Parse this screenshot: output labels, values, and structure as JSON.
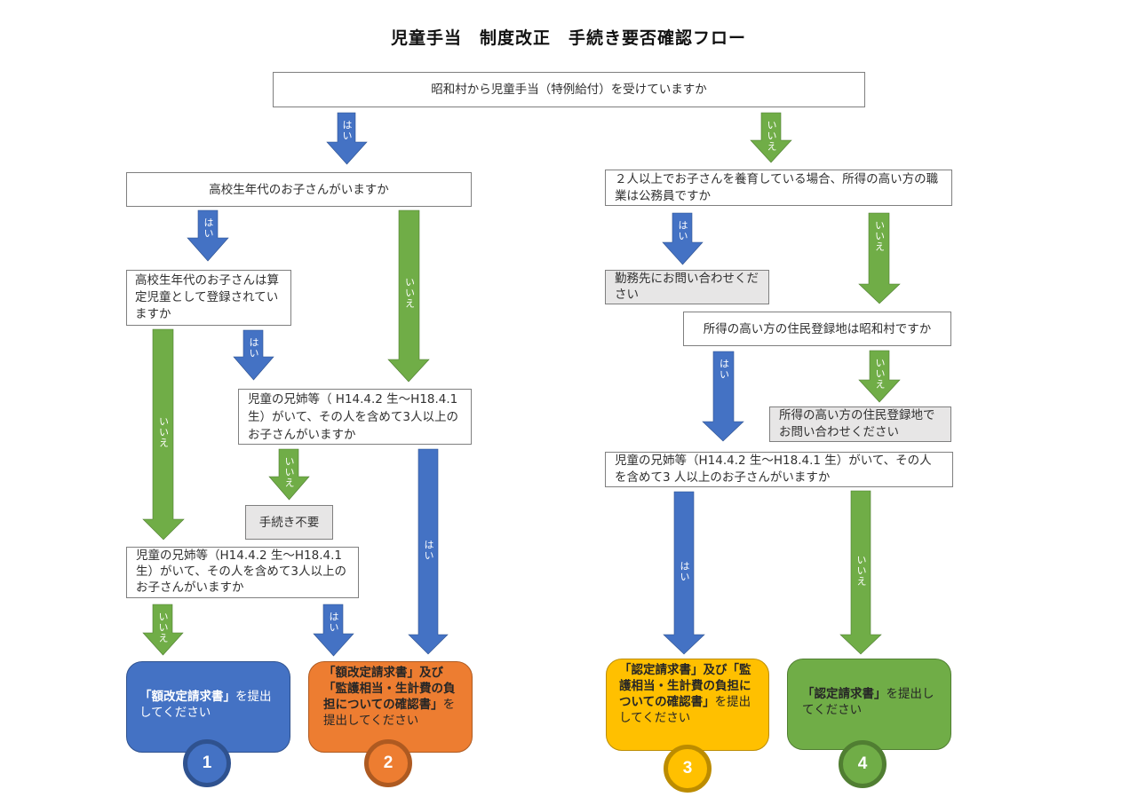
{
  "title": "児童手当　制度改正　手続き要否確認フロー",
  "colors": {
    "yes": "#4472c4",
    "no": "#70ad47",
    "result1": "#4472c4",
    "result2": "#ed7d31",
    "result3": "#ffc000",
    "result4": "#70ad47",
    "info_box": "#e7e6e6"
  },
  "nodes": {
    "q_start": "昭和村から児童手当（特例給付）を受けていますか",
    "q_highschool": "高校生年代のお子さんがいますか",
    "q_registered": "高校生年代のお子さんは算定児童として登録されていますか",
    "q_siblings_a": "児童の兄姉等（ H14.4.2 生～H18.4.1 生）がいて、その人を含めて3人以上のお子さんがいますか",
    "no_procedure": "手続き不要",
    "q_siblings_b": "児童の兄姉等（H14.4.2 生～H18.4.1 生）がいて、その人を含めて3人以上のお子さんがいますか",
    "q_public_servant": "２人以上でお子さんを養育している場合、所得の高い方の職業は公務員ですか",
    "info_workplace": "勤務先にお問い合わせください",
    "q_residence": "所得の高い方の住民登録地は昭和村ですか",
    "info_residence": "所得の高い方の住民登録地でお問い合わせください",
    "q_siblings_c": "児童の兄姉等（H14.4.2 生～H18.4.1 生）がいて、その人を含めて3 人以上のお子さんがいますか"
  },
  "results": [
    {
      "number": "1",
      "bold": "「額改定請求書」",
      "rest": "を提出してください"
    },
    {
      "number": "2",
      "bold": "「額改定請求書」及び「監護相当・生計費の負担についての確認書」",
      "rest": "を提出してください"
    },
    {
      "number": "3",
      "bold": "「認定請求書」及び「監護相当・生計費の負担についての確認書」",
      "rest": "を提出してください"
    },
    {
      "number": "4",
      "bold": "「認定請求書」",
      "rest": "を提出してください"
    }
  ],
  "arrow_labels": {
    "yes": "はい",
    "no": "いいえ"
  },
  "arrows": [
    {
      "id": "start-yes",
      "type": "yes"
    },
    {
      "id": "start-no",
      "type": "no"
    },
    {
      "id": "highschool-yes",
      "type": "yes"
    },
    {
      "id": "highschool-no",
      "type": "no"
    },
    {
      "id": "registered-no",
      "type": "no"
    },
    {
      "id": "registered-yes",
      "type": "yes"
    },
    {
      "id": "siblings-a-no",
      "type": "no"
    },
    {
      "id": "siblings-a-yes",
      "type": "yes"
    },
    {
      "id": "siblings-b-no",
      "type": "no"
    },
    {
      "id": "siblings-b-yes",
      "type": "yes"
    },
    {
      "id": "public-servant-yes",
      "type": "yes"
    },
    {
      "id": "public-servant-no",
      "type": "no"
    },
    {
      "id": "residence-yes",
      "type": "yes"
    },
    {
      "id": "residence-no",
      "type": "no"
    },
    {
      "id": "siblings-c-yes",
      "type": "yes"
    },
    {
      "id": "siblings-c-no",
      "type": "no"
    }
  ]
}
